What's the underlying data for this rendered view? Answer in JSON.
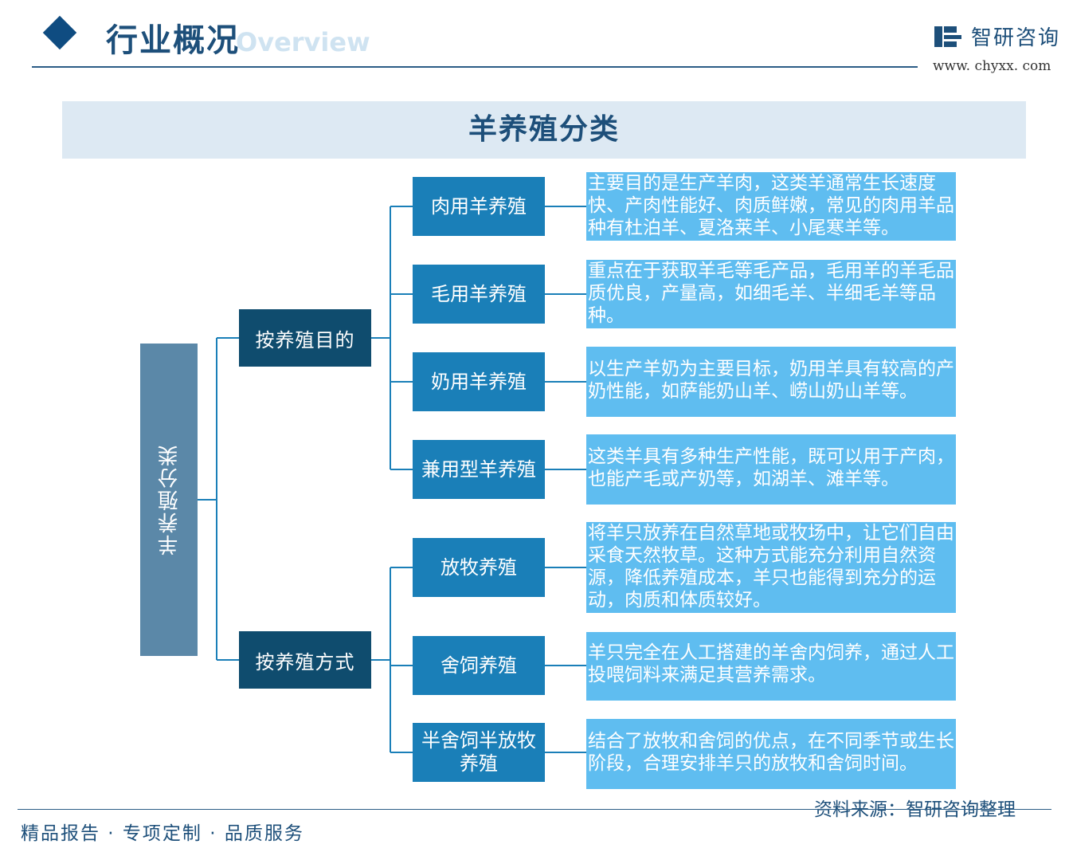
{
  "header": {
    "title": "行业概况",
    "subtitle": "Overview",
    "brand": "智研咨询",
    "url": "www. chyxx. com"
  },
  "banner": {
    "title": "羊养殖分类"
  },
  "tree": {
    "root": "羊养殖分类",
    "groups": [
      {
        "label": "按养殖目的",
        "children": [
          {
            "label": "肉用羊养殖",
            "desc": "主要目的是生产羊肉，这类羊通常生长速度快、产肉性能好、肉质鲜嫩，常见的肉用羊品种有杜泊羊、夏洛莱羊、小尾寒羊等。"
          },
          {
            "label": "毛用羊养殖",
            "desc": "重点在于获取羊毛等毛产品，毛用羊的羊毛品质优良，产量高，如细毛羊、半细毛羊等品种。"
          },
          {
            "label": "奶用羊养殖",
            "desc": "以生产羊奶为主要目标，奶用羊具有较高的产奶性能，如萨能奶山羊、崂山奶山羊等。"
          },
          {
            "label": "兼用型羊养殖",
            "desc": "这类羊具有多种生产性能，既可以用于产肉，也能产毛或产奶等，如湖羊、滩羊等。"
          }
        ]
      },
      {
        "label": "按养殖方式",
        "children": [
          {
            "label": "放牧养殖",
            "desc": "将羊只放养在自然草地或牧场中，让它们自由采食天然牧草。这种方式能充分利用自然资源，降低养殖成本，羊只也能得到充分的运动，肉质和体质较好。"
          },
          {
            "label": "舍饲养殖",
            "desc": "羊只完全在人工搭建的羊舍内饲养，通过人工投喂饲料来满足其营养需求。"
          },
          {
            "label": "半舍饲半放牧养殖",
            "desc": "结合了放牧和舍饲的优点，在不同季节或生长阶段，合理安排羊只的放牧和舍饲时间。"
          }
        ]
      }
    ]
  },
  "footer": {
    "slogan": "精品报告 · 专项定制 · 品质服务",
    "source": "资料来源：智研咨询整理"
  },
  "colors": {
    "navy": "#0f4c6e",
    "mid_blue": "#1a7fb8",
    "light_blue": "#5fbdf0",
    "root_gray_blue": "#5b88a8",
    "banner_bg": "#dde9f3"
  }
}
